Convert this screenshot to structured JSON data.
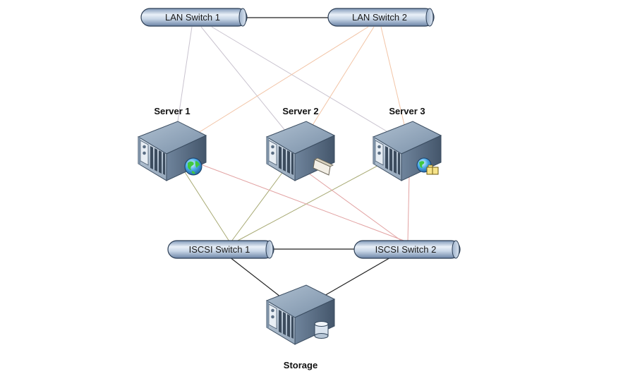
{
  "switches": {
    "lan1": {
      "label": "LAN Switch 1"
    },
    "lan2": {
      "label": "LAN Switch 2"
    },
    "iscsi1": {
      "label": "ISCSI Switch 1"
    },
    "iscsi2": {
      "label": "ISCSI Switch 2"
    }
  },
  "servers": {
    "server1": {
      "label": "Server 1",
      "badge_icon": "globe-icon"
    },
    "server2": {
      "label": "Server 2",
      "badge_icon": "network-card-icon"
    },
    "server3": {
      "label": "Server 3",
      "badge_icon": "globe-folder-icon"
    }
  },
  "storage": {
    "label": "Storage",
    "badge_icon": "database-icon"
  },
  "colors": {
    "switch_fill_light": "#e4edf7",
    "switch_fill_dark": "#8aa3c2",
    "switch_stroke": "#2c3e55",
    "link_dark": "#222222",
    "link_lan1": "#c9c3cf",
    "link_lan2": "#f2c4a6",
    "link_iscsi1": "#a8aa74",
    "link_iscsi2": "#e2a2a2",
    "server_top": "#8fa6bd",
    "server_front": "#b9c7d6",
    "server_side": "#5b7088"
  }
}
